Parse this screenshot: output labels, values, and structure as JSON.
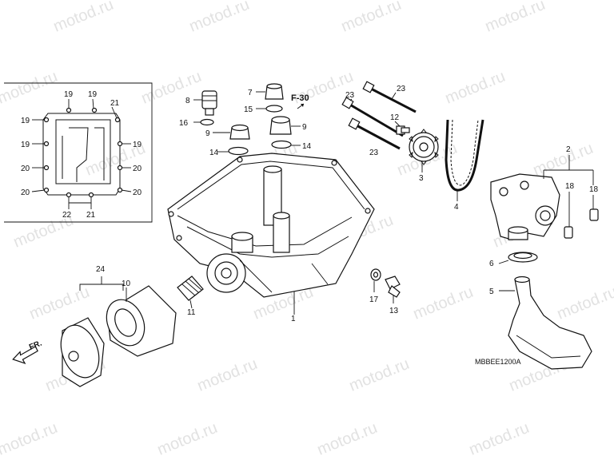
{
  "watermark_text": "motod.ru",
  "diagram_code": "MBBEE1200A",
  "ref_label": "F-30",
  "direction_label": "FR.",
  "inset_callouts": [
    "19",
    "19",
    "21",
    "19",
    "19",
    "19",
    "20",
    "20",
    "20",
    "20",
    "22",
    "21"
  ],
  "callouts": [
    "8",
    "16",
    "7",
    "15",
    "9",
    "9",
    "14",
    "14",
    "23",
    "23",
    "23",
    "12",
    "3",
    "4",
    "2",
    "18",
    "18",
    "6",
    "5",
    "1",
    "24",
    "10",
    "11",
    "17",
    "13"
  ]
}
